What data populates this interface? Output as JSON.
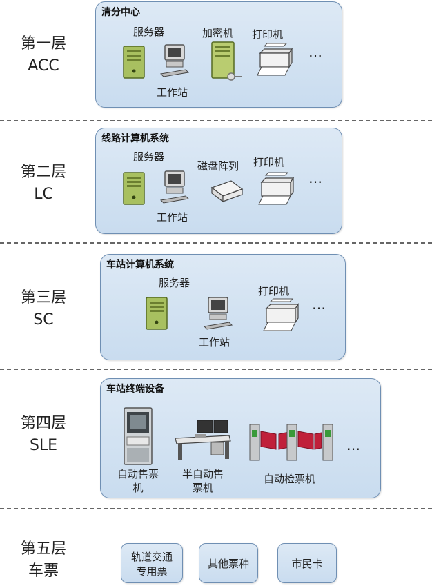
{
  "layers": [
    {
      "name": "第一层",
      "code": "ACC",
      "title": "清分中心",
      "labels": {
        "server": "服务器",
        "workstation": "工作站",
        "encryptor": "加密机",
        "printer": "打印机",
        "ellipsis": "…"
      }
    },
    {
      "name": "第二层",
      "code": "LC",
      "title": "线路计算机系统",
      "labels": {
        "server": "服务器",
        "workstation": "工作站",
        "disk_array": "磁盘阵列",
        "printer": "打印机",
        "ellipsis": "…"
      }
    },
    {
      "name": "第三层",
      "code": "SC",
      "title": "车站计算机系统",
      "labels": {
        "server": "服务器",
        "workstation": "工作站",
        "printer": "打印机",
        "ellipsis": "…"
      }
    },
    {
      "name": "第四层",
      "code": "SLE",
      "title": "车站终端设备",
      "labels": {
        "tvm_line1": "自动售票",
        "tvm_line2": "机",
        "bom_line1": "半自动售",
        "bom_line2": "票机",
        "gate": "自动检票机",
        "ellipsis": "…"
      }
    },
    {
      "name": "第五层",
      "code": "车票",
      "tickets": [
        {
          "line1": "轨道交通",
          "line2": "专用票"
        },
        {
          "line1": "其他票种",
          "line2": ""
        },
        {
          "line1": "市民卡",
          "line2": ""
        }
      ]
    }
  ],
  "colors": {
    "panel_border": "#6f8fb3",
    "panel_fill": "#d3e3f2",
    "server_green": "#a8c060",
    "divider": "#666666",
    "gate_red": "#c0203a"
  }
}
